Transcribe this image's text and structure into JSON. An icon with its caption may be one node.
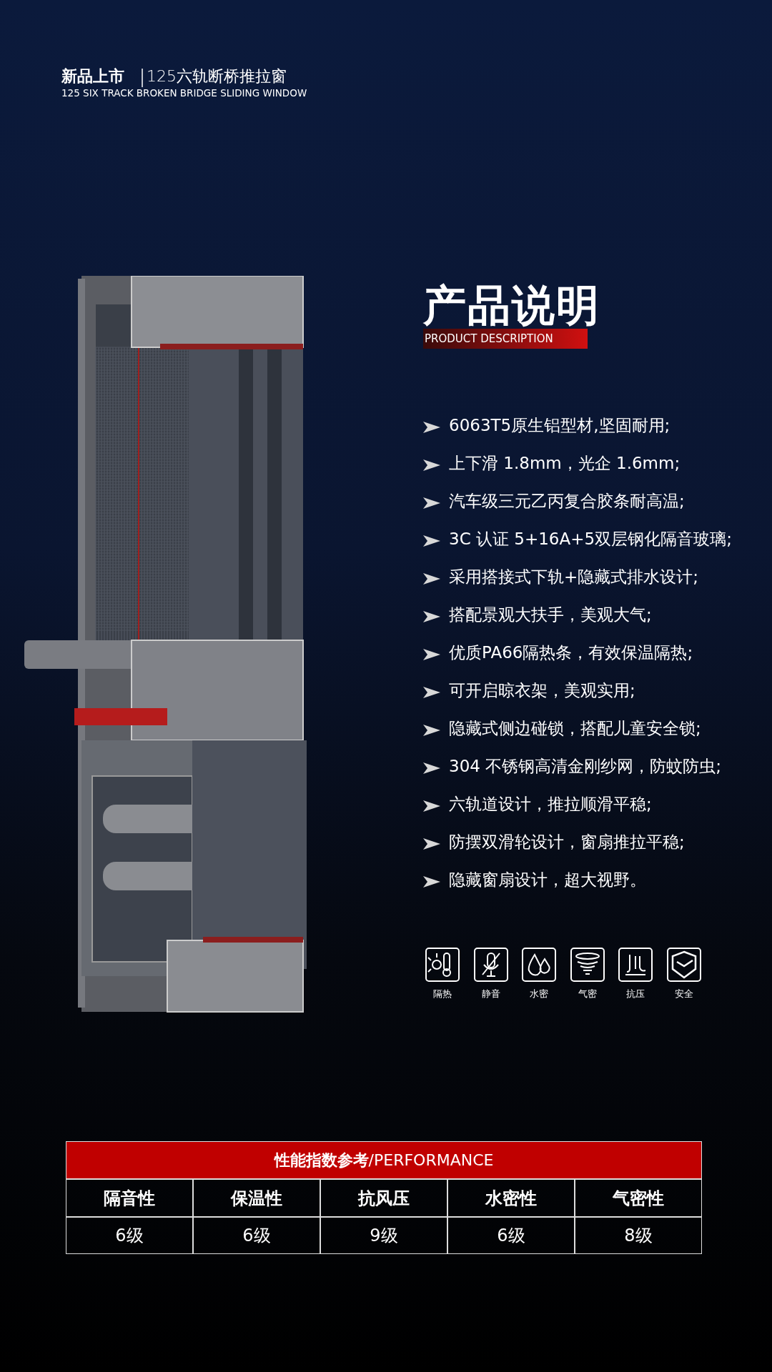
{
  "diagram": {
    "labels": [
      "新品上市",
      "125六轨断桥推拉窗",
      "125 SIX TRACK BROKEN BRIDGE SLIDING WINDOW",
      "产品说明",
      "PRODUCT DESCRIPTION",
      "6063T5原生铝型材,坚固耐用;",
      "上下滑 1.8mm，光企 1.6mm;",
      "汽车级三元乙丙复合胶条耐高温;",
      "3C 认证 5+16A+5双层钢化隔音玻璃;",
      "采用搭接式下轨+隐藏式排水设计;",
      "搭配景观大扶手，美观大气;",
      "优质PA66隔热条，有效保温隔热;",
      "可开启晾衣架，美观实用;",
      "隐藏式侧边碰锁，搭配儿童安全锁;",
      "304 不锈钢高清金刚纱网，防蚊防虫;",
      "六轨道设计，推拉顺滑平稳;",
      "防摆双滑轮设计，窗扇推拉平稳;",
      "隐藏窗扇设计，超大视野。",
      "隔热",
      "静音",
      "水密",
      "气密",
      "抗压",
      "安全",
      "**性能指数参考**/PERFORMANCE",
      "隔音性",
      "保温性",
      "抗风压",
      "水密性",
      "气密性",
      "6级",
      "6级",
      "9级",
      "6级",
      "8级"
    ]
  }
}
